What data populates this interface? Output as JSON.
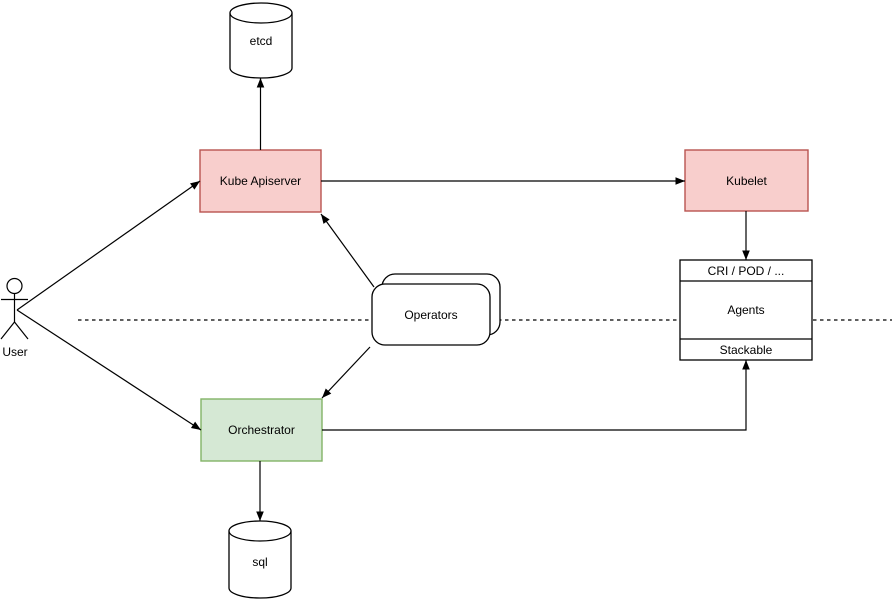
{
  "diagram_type": "kubernetes-stackable-architecture",
  "separator": {
    "type": "dashed-horizontal-line"
  },
  "colors": {
    "background": "#ffffff",
    "line": "#000000",
    "red_node_fill": "#f8cecc",
    "red_node_stroke": "#b85450",
    "green_node_fill": "#d5e8d4",
    "green_node_stroke": "#82b366",
    "white_node_fill": "#ffffff",
    "white_node_stroke": "#000000"
  },
  "nodes": {
    "user": {
      "label": "User",
      "shape": "actor"
    },
    "etcd": {
      "label": "etcd",
      "shape": "cylinder",
      "fill": "#ffffff",
      "stroke": "#000000"
    },
    "kube_apiserver": {
      "label": "Kube Apiserver",
      "shape": "rect",
      "fill": "#f8cecc",
      "stroke": "#b85450"
    },
    "kubelet": {
      "label": "Kubelet",
      "shape": "rect",
      "fill": "#f8cecc",
      "stroke": "#b85450"
    },
    "operators": {
      "label": "Operators",
      "shape": "stacked-rounded-rect",
      "fill": "#ffffff",
      "stroke": "#000000"
    },
    "orchestrator": {
      "label": "Orchestrator",
      "shape": "rect",
      "fill": "#d5e8d4",
      "stroke": "#82b366"
    },
    "sql": {
      "label": "sql",
      "shape": "cylinder",
      "fill": "#ffffff",
      "stroke": "#000000"
    },
    "agent_stack": {
      "shape": "table",
      "fill": "#ffffff",
      "stroke": "#000000",
      "rows": [
        "CRI / POD / ...",
        "Agents",
        "Stackable"
      ]
    }
  },
  "edges": [
    {
      "from": "User",
      "to": "Kube Apiserver",
      "style": "arrow"
    },
    {
      "from": "User",
      "to": "Orchestrator",
      "style": "arrow"
    },
    {
      "from": "Kube Apiserver",
      "to": "etcd",
      "style": "arrow"
    },
    {
      "from": "Kube Apiserver",
      "to": "Kubelet",
      "style": "arrow"
    },
    {
      "from": "Operators",
      "to": "Kube Apiserver",
      "style": "arrow"
    },
    {
      "from": "Operators",
      "to": "Orchestrator",
      "style": "arrow"
    },
    {
      "from": "Orchestrator",
      "to": "sql",
      "style": "arrow"
    },
    {
      "from": "Orchestrator",
      "to": "Stackable",
      "style": "arrow"
    },
    {
      "from": "Kubelet",
      "to": "CRI / POD / ...",
      "style": "arrow"
    }
  ]
}
